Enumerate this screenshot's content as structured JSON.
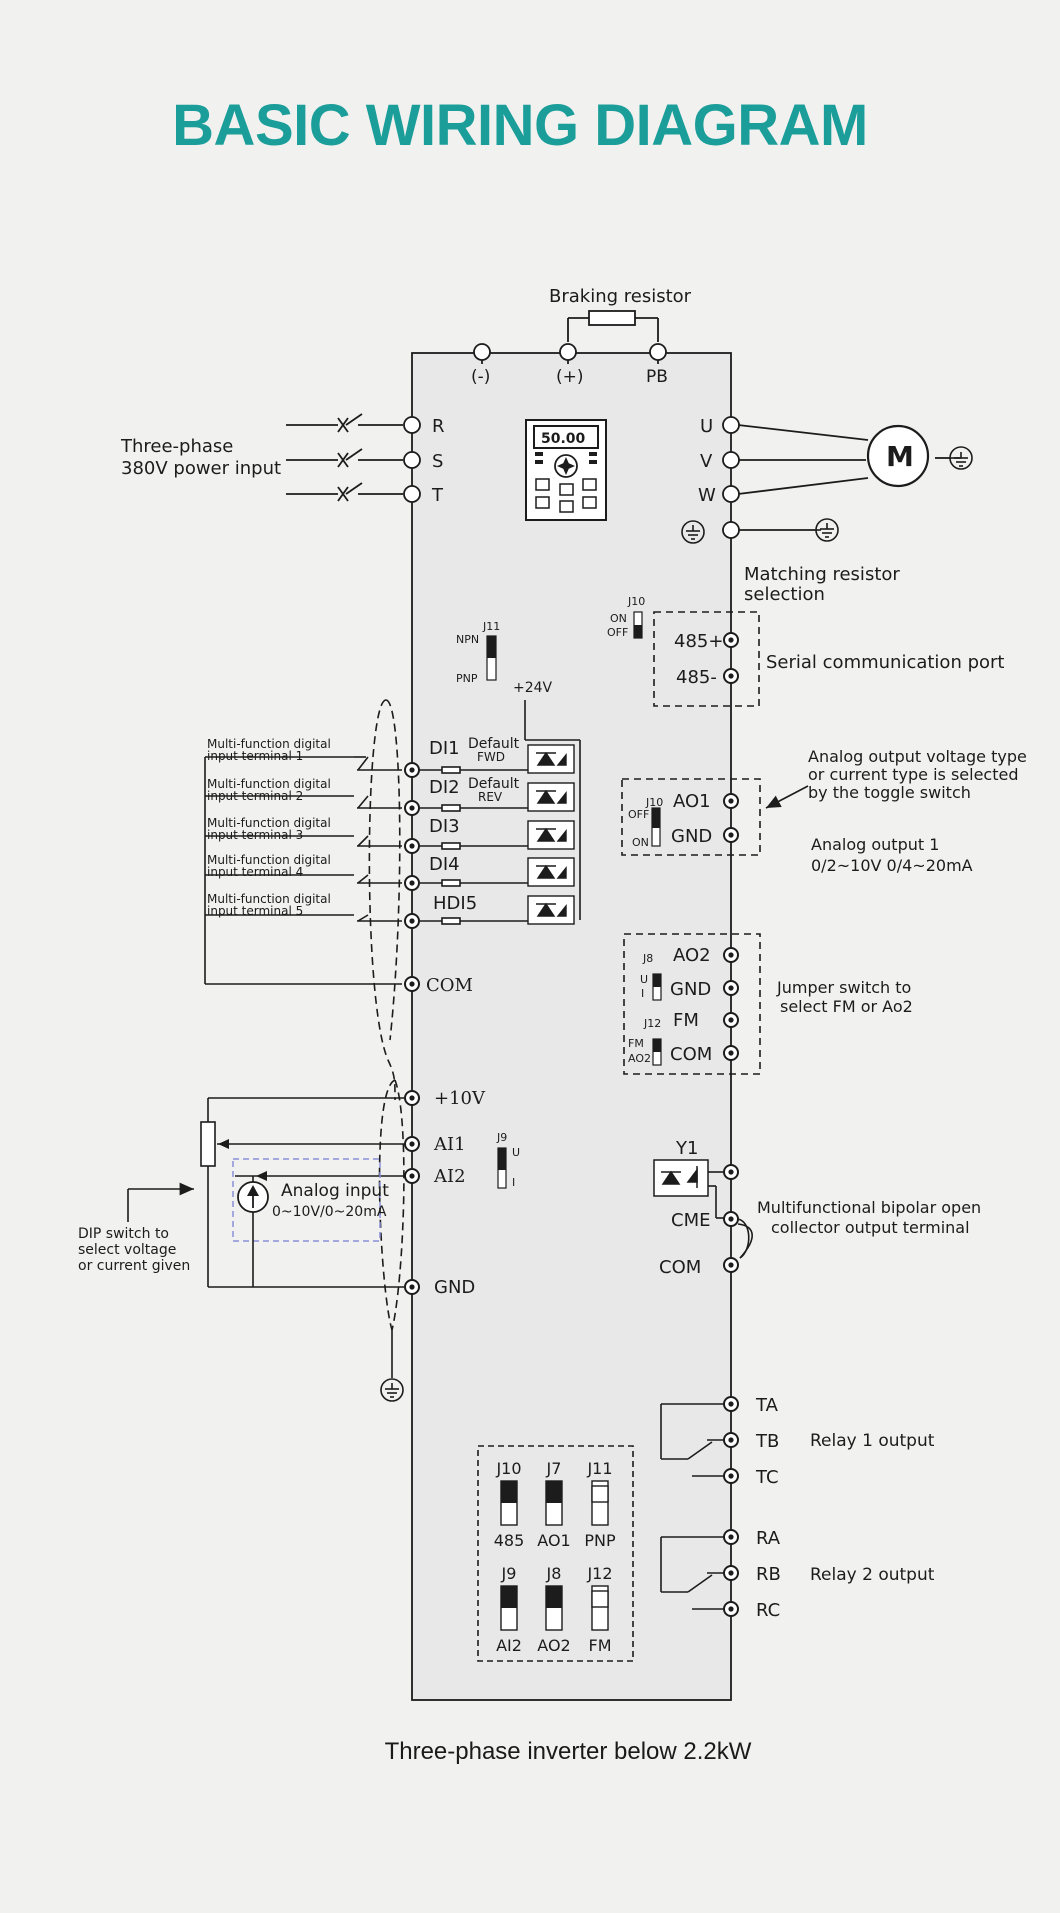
{
  "title": "BASIC WIRING DIAGRAM",
  "caption": "Three-phase inverter below 2.2kW",
  "colors": {
    "title": "#1b9e9a",
    "board": "#e8e8e8",
    "line": "#1c1c1c",
    "dashed_blue": "#8b8fd8"
  },
  "top": {
    "braking_resistor": "Braking resistor",
    "minus": "(-)",
    "plus": "(+)",
    "pb": "PB"
  },
  "power": {
    "label_line1": "Three-phase",
    "label_line2": "380V power input",
    "r": "R",
    "s": "S",
    "t": "T"
  },
  "keypad": {
    "display": "50.00"
  },
  "motor": {
    "u": "U",
    "v": "V",
    "w": "W",
    "m": "M"
  },
  "matching": {
    "line1": "Matching resistor",
    "line2": "selection",
    "j10": "J10",
    "on": "ON",
    "off": "OFF"
  },
  "serial": {
    "p485": "485+",
    "m485": "485-",
    "label": "Serial communication port"
  },
  "npn_switch": {
    "j11": "J11",
    "npn": "NPN",
    "pnp": "PNP",
    "v24": "+24V"
  },
  "inputs": [
    {
      "desc1": "Multi-function digital",
      "desc2": "input terminal 1",
      "name": "DI1",
      "def1": "Default",
      "def2": "FWD"
    },
    {
      "desc1": "Multi-function digital",
      "desc2": "input terminal 2",
      "name": "DI2",
      "def1": "Default",
      "def2": "REV"
    },
    {
      "desc1": "Multi-function digital",
      "desc2": "input terminal 3",
      "name": "DI3",
      "def1": "",
      "def2": ""
    },
    {
      "desc1": "Multi-function digital",
      "desc2": "input terminal 4",
      "name": "DI4",
      "def1": "",
      "def2": ""
    },
    {
      "desc1": "Multi-function digital",
      "desc2": "input terminal 5",
      "name": "HDI5",
      "def1": "",
      "def2": ""
    }
  ],
  "com_left": "COM",
  "analog_out1": {
    "j10": "J10",
    "off": "OFF",
    "on": "ON",
    "ao1": "AO1",
    "gnd": "GND",
    "note1": "Analog output voltage type",
    "note2": "or current type is selected",
    "note3": "by the toggle switch",
    "label1": "Analog output 1",
    "label2": "0/2~10V  0/4~20mA"
  },
  "analog_out2": {
    "j8": "J8",
    "u": "U",
    "i": "I",
    "ao2": "AO2",
    "gnd": "GND",
    "j12": "J12",
    "fm": "FM",
    "fm_small": "FM",
    "ao2_small": "AO2",
    "com": "COM",
    "note1": "Jumper switch to",
    "note2": "select FM or Ao2"
  },
  "analog_in": {
    "v10": "+10V",
    "ai1": "AI1",
    "ai2": "AI2",
    "gnd": "GND",
    "j9": "J9",
    "u": "U",
    "i": "I",
    "label1": "Analog input",
    "label2": "0~10V/0~20mA",
    "dip1": "DIP switch to",
    "dip2": "select voltage",
    "dip3": "or current given"
  },
  "output_y1": {
    "y1": "Y1",
    "cme": "CME",
    "com": "COM",
    "note1": "Multifunctional bipolar open",
    "note2": "collector output terminal"
  },
  "relay1": {
    "ta": "TA",
    "tb": "TB",
    "tc": "TC",
    "label": "Relay 1 output"
  },
  "relay2": {
    "ra": "RA",
    "rb": "RB",
    "rc": "RC",
    "label": "Relay 2 output"
  },
  "switch_panel": [
    {
      "name": "J10",
      "label": "485",
      "top_on": true
    },
    {
      "name": "J7",
      "label": "AO1",
      "top_on": true
    },
    {
      "name": "J11",
      "label": "PNP",
      "top_on": false
    },
    {
      "name": "J9",
      "label": "AI2",
      "top_on": true
    },
    {
      "name": "J8",
      "label": "AO2",
      "top_on": true
    },
    {
      "name": "J12",
      "label": "FM",
      "top_on": false
    }
  ]
}
